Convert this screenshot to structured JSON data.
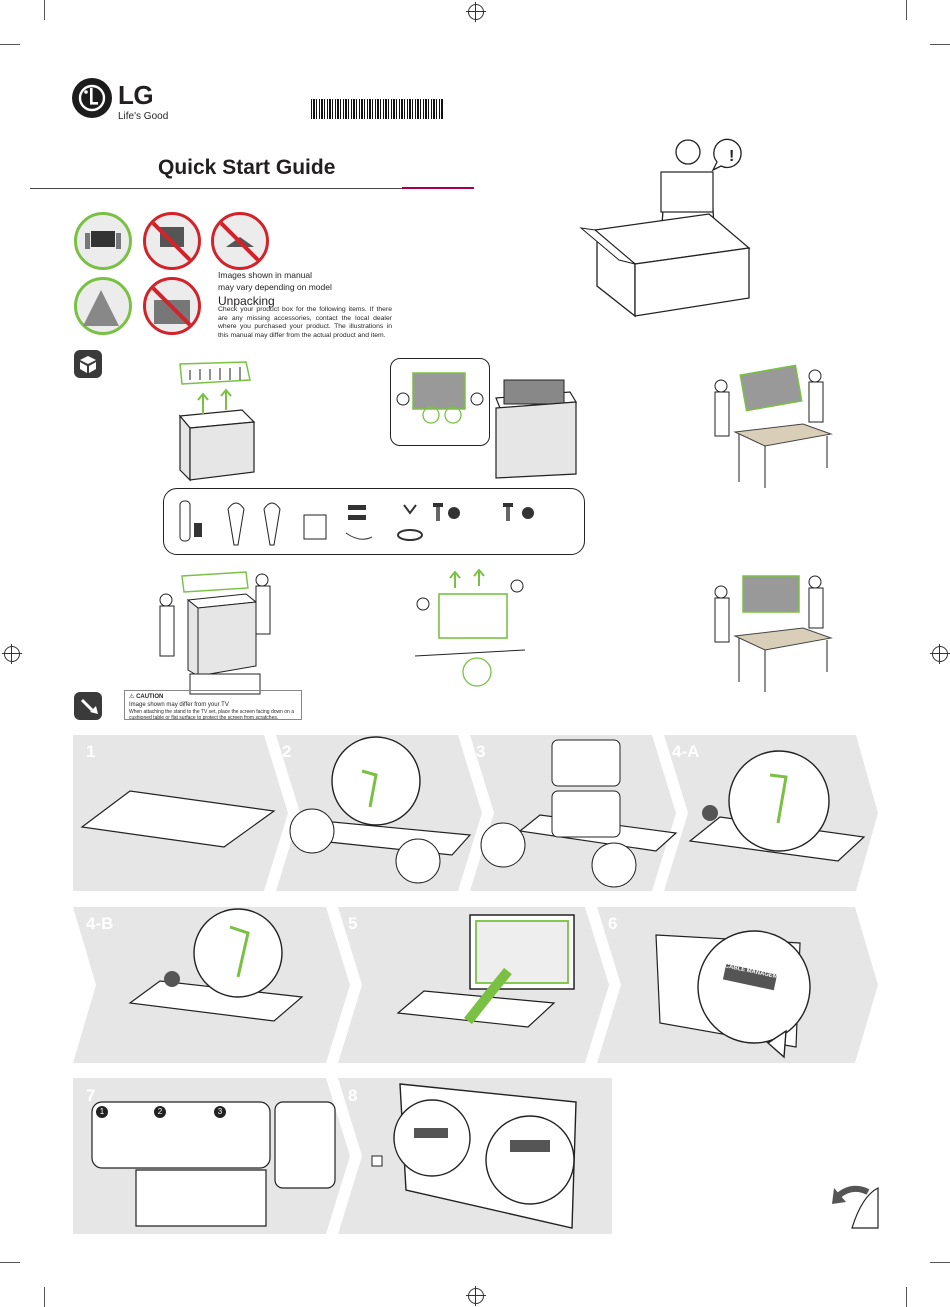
{
  "brand": {
    "name": "LG",
    "tagline": "Life's Good"
  },
  "title": "Quick Start Guide",
  "notes": {
    "line1": "Images shown in manual",
    "line2": "may vary depending on model"
  },
  "unpacking": {
    "heading": "Unpacking",
    "body": "Check your product box for the following items. If there are any missing accessories, contact the local dealer where you purchased your product. The illustrations in this manual may differ from the actual product and item."
  },
  "caution": {
    "heading": "CAUTION",
    "line1": "Image shown may differ from your TV",
    "line2": "When attaching the stand to the TV set, place the screen facing down on a cushioned table or flat surface to protect the screen from scratches."
  },
  "steps": [
    "1",
    "2",
    "3",
    "4-A",
    "4-B",
    "5",
    "6",
    "7",
    "8"
  ],
  "cable_label": "CABLE MANAGEMENT",
  "substeps": [
    "1",
    "2",
    "3"
  ],
  "colors": {
    "accent": "#a5004f",
    "ok": "#7ac143",
    "prohibited": "#d2232a",
    "panel": "#e6e6e6"
  }
}
